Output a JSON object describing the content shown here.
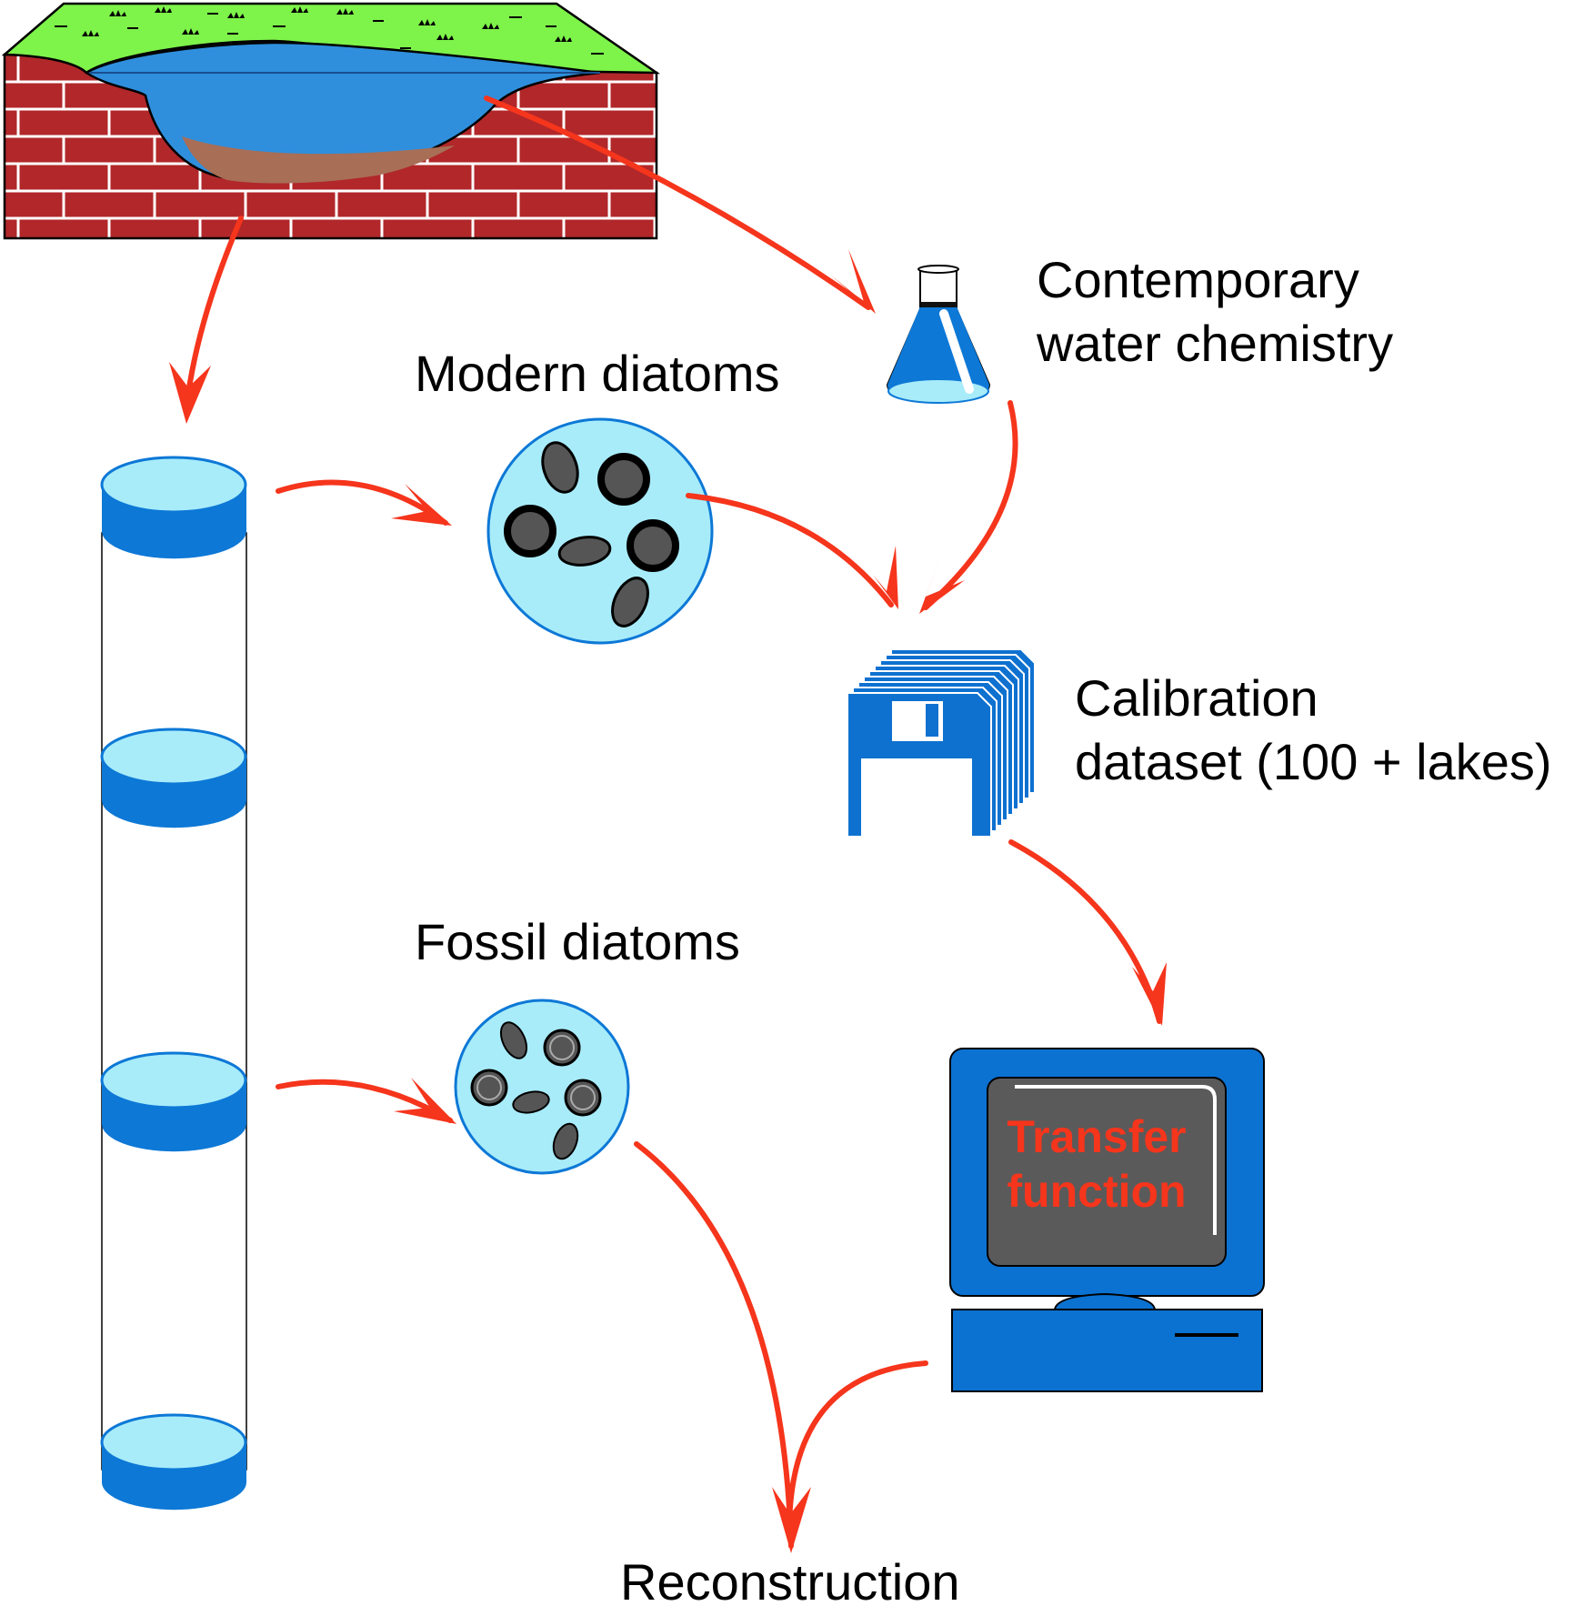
{
  "labels": {
    "modern_diatoms": "Modern diatoms",
    "contemporary_line1": "Contemporary",
    "contemporary_line2": "water chemistry",
    "calibration_line1": "Calibration",
    "calibration_line2": "dataset (100 + lakes)",
    "fossil_diatoms": "Fossil diatoms",
    "reconstruction": "Reconstruction",
    "transfer_line1": "Transfer",
    "transfer_line2": "function"
  },
  "colors": {
    "arrow": "#f5351c",
    "grass": "#7ef34a",
    "brick": "#b1272a",
    "lake_water": "#2f8fdd",
    "sediment": "#a86e56",
    "core_blue": "#0d78d6",
    "core_top": "#a8ecfa",
    "disk_blue": "#0e71d0",
    "computer_blue": "#0b72d2",
    "screen_gray": "#5a5a5a",
    "screen_text": "#f5351c",
    "diatom_fill": "#555555"
  },
  "icons": {
    "lake": "lake-cross-section-icon",
    "flask": "flask-icon",
    "core": "sediment-core-icon",
    "disks": "floppy-disk-stack-icon",
    "computer": "computer-icon",
    "modern_sample": "diatom-sample-icon",
    "fossil_sample": "diatom-sample-icon"
  }
}
